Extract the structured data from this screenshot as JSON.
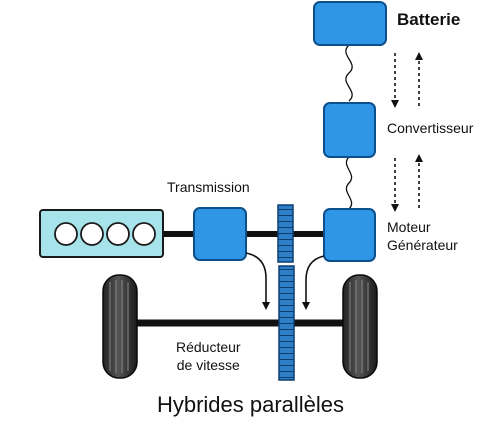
{
  "labels": {
    "batterie": "Batterie",
    "convertisseur": "Convertisseur",
    "transmission": "Transmission",
    "moteur_line1": "Moteur",
    "moteur_line2": "Générateur",
    "reducteur_line1": "Réducteur",
    "reducteur_line2": "de vitesse",
    "title": "Hybrides parallèles"
  },
  "colors": {
    "component_fill": "#2f96e6",
    "component_stroke": "#0b4f8c",
    "engine_fill": "#a6e3ea",
    "gear_fill": "#2f7fc8",
    "shaft": "#111111"
  }
}
